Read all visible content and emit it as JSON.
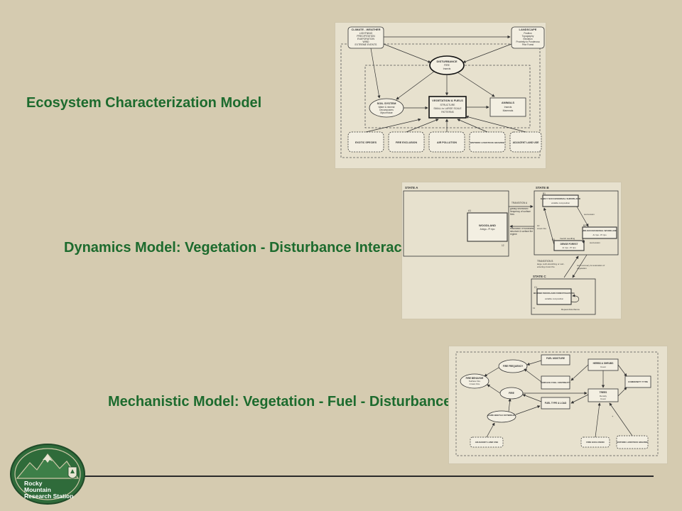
{
  "headings": {
    "ecosystem": "Ecosystem Characterization Model",
    "dynamics": "Dynamics Model: Vegetation - Disturbance Interaction",
    "mechanistic": "Mechanistic Model: Vegetation - Fuel - Disturbance Interaction"
  },
  "colors": {
    "background": "#d5cbb0",
    "heading": "#1d6b2e",
    "diagram_bg": "#e7e1ce",
    "logo_green": "#2f6b3a"
  },
  "ecosystem_diagram": {
    "climate_title": "CLIMATE - WEATHER",
    "climate_items": [
      "LIGHTNING",
      "PRECIPITATION",
      "EVAPORATION",
      "WIND",
      "EXTREME EVENTS"
    ],
    "landscape_title": "LANDSCAPE",
    "landscape_items": [
      "Position",
      "Topography",
      "Elevation",
      "Proximity to Ponderosa",
      "Pine Forest"
    ],
    "disturbance_title": "DISTURBANCE",
    "disturbance_items": [
      "FIRE",
      "Insects"
    ],
    "soil_title": "SOIL SYSTEM",
    "soil_items": [
      "Water & mineral",
      "Decomposers",
      "Mycorrhizae"
    ],
    "vegetation_title": "VEGETATION & FUELS",
    "vegetation_items": [
      "STRUCTURE",
      "SMALL to LARGE SCALE",
      "PATTERNS"
    ],
    "animals_title": "ANIMALS",
    "animals_items": [
      "Insects",
      "Mammals"
    ],
    "bottom_boxes": [
      "EXOTIC SPECIES",
      "FIRE EXCLUSION",
      "AIR POLLUTION",
      "HISTORIC LIVESTOCK GRAZING",
      "ADJACENT LAND USE"
    ]
  },
  "dynamics_diagram": {
    "state_a": "STATE A",
    "state_b": "STATE B",
    "state_c": "STATE C",
    "a1_code": "A1",
    "woodland": "WOODLAND",
    "woodland_sub": "Arizgo...Pl ripo",
    "b1_code": "B1",
    "early_shrub": "EARLY SUCCESSIONAL SHRUBLAND",
    "early_shrub_sub": "variable composition",
    "b2_code": "B2",
    "mid_woodland": "MID-SUCCESSIONAL WOODLAND",
    "mid_woodland_sub": "Ar ripo...Pl ripo",
    "b3_code": "B3",
    "dense_forest": "DENSE FOREST",
    "dense_forest_sub": "Ar ripo...Pl ripo",
    "c1_code": "C1",
    "burned_woodland": "BURNED WOODLAND FOREST/SAVANNA",
    "burned_woodland_sub": "variable composition",
    "transition_a": "TRANSITION A",
    "transition_b": "TRANSITION B",
    "note_a": "greatly decreased frequency of surface fires",
    "note_restore": "restoration of woodland structure & surface fire regime",
    "note_succession": "succession",
    "note_crown": "crown fire",
    "note_infill": "tree/sh seedling",
    "note_large": "large, tech-stretching or sort-entering crown fire",
    "note_recovery": "tech recovery & restoration of vegetation",
    "note_repeat": "Repeat disturbance",
    "num_10": "10",
    "num_11": "11",
    "num_12": "12"
  },
  "mechanistic_diagram": {
    "fire_behavior_title": "FIRE BEHAVIOR",
    "fire_behavior_items": [
      "Surface Fire",
      "Crown Fire"
    ],
    "fire_frequency": "FIRE FREQUENCY",
    "fire": "FIRE",
    "bark_beetle": "BARK BEETLE OUTBREAK",
    "fuel_moisture": "FUEL MOISTURE",
    "surface_fuel": "SURFACE FUEL CONTINUITY",
    "fuel_type": "FUEL TYPE & LOAD",
    "herbs_title": "HERBS & SHRUBS",
    "herbs_items": [
      "Cover"
    ],
    "trees_title": "TREES",
    "trees_items": [
      "Density",
      "Cover"
    ],
    "community_type": "COMMUNITY TYPE",
    "adjacent_land": "ADJACENT LAND USE",
    "fire_exclusion": "FIRE EXCLUSION",
    "historic_grazing": "HISTORIC LIVESTOCK GRAZING",
    "plus": "+"
  },
  "logo": {
    "line1": "Rocky",
    "line2": "Mountain",
    "line3": "Research Station"
  }
}
